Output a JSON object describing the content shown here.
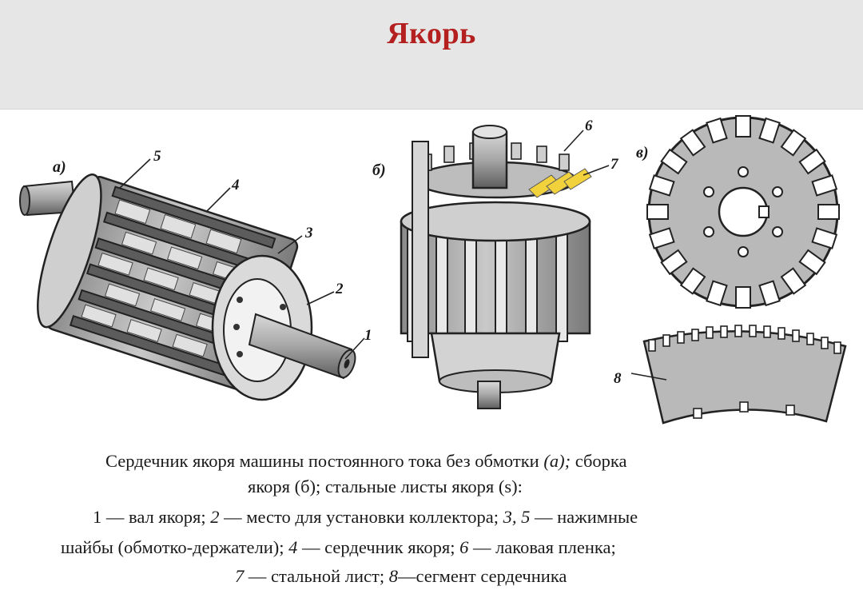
{
  "title": "Якорь",
  "figure_labels": {
    "a": "а)",
    "b": "б)",
    "v": "в)",
    "n1": "1",
    "n2": "2",
    "n3": "3",
    "n4": "4",
    "n5": "5",
    "n6": "6",
    "n7": "7",
    "n8": "8"
  },
  "caption": {
    "l1a": "Сердечник якоря машины постоянного тока без обмотки ",
    "l1b": "(а);",
    "l1c": " сборка",
    "l2": "якоря (б); стальные листы якоря (s):",
    "l3a": "1 — вал якоря; ",
    "l3b": "2",
    "l3c": " — место для установки коллектора; ",
    "l3d": "3, 5",
    "l3e": " — нажимные",
    "l4a": "шайбы (обмотко-держатели); ",
    "l4b": "4",
    "l4c": " — сердечник якоря; ",
    "l4d": "6",
    "l4e": " — лаковая пленка;",
    "l5a": "7",
    "l5b": " — стальной лист; ",
    "l5c": "8",
    "l5d": "—сегмент сердечника"
  },
  "colors": {
    "title": "#b3201f",
    "header_bg": "#e6e6e6",
    "steel": "#b9b9b9",
    "steel_dark": "#6f6f6f",
    "varnish": "#f2d23c"
  }
}
